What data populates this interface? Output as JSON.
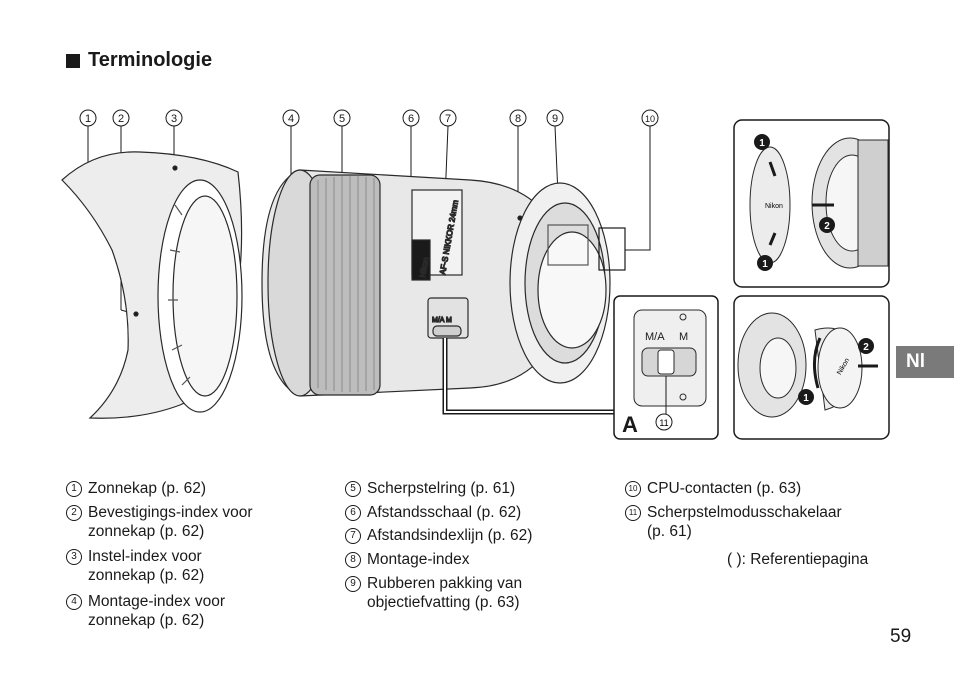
{
  "heading": "Terminologie",
  "callout_numbers": [
    "1",
    "2",
    "3",
    "4",
    "5",
    "6",
    "7",
    "8",
    "9",
    "10"
  ],
  "inset_a_letter": "A",
  "inset_a_switch": {
    "left": "M/A",
    "right": "M",
    "number": "11"
  },
  "lens_body_text": {
    "brand": "Nikon",
    "model": "AF-S NIKKOR 24mm"
  },
  "inset_cap_text": "Nikon",
  "inset_rear_cap_text": "Nikon",
  "inset_step_numbers": {
    "front_top": "1",
    "front_bottom": "1",
    "front_mid": "2",
    "rear_1": "1",
    "rear_2": "2"
  },
  "legend": [
    {
      "num": "1",
      "lines": [
        "Zonnekap (p. 62)"
      ]
    },
    {
      "num": "2",
      "lines": [
        "Bevestigings-index voor",
        "zonnekap (p. 62)"
      ]
    },
    {
      "num": "3",
      "lines": [
        "Instel-index voor",
        "zonnekap (p. 62)"
      ]
    },
    {
      "num": "4",
      "lines": [
        "Montage-index voor",
        "zonnekap (p. 62)"
      ]
    },
    {
      "num": "5",
      "lines": [
        "Scherpstelring (p. 61)"
      ]
    },
    {
      "num": "6",
      "lines": [
        "Afstandsschaal (p. 62)"
      ]
    },
    {
      "num": "7",
      "lines": [
        "Afstandsindexlijn (p. 62)"
      ]
    },
    {
      "num": "8",
      "lines": [
        "Montage-index"
      ]
    },
    {
      "num": "9",
      "lines": [
        "Rubberen pakking van",
        "objectiefvatting (p. 63)"
      ]
    },
    {
      "num": "10",
      "lines": [
        "CPU-contacten (p. 63)"
      ]
    },
    {
      "num": "11",
      "lines": [
        "Scherpstelmodusschakelaar",
        "(p. 61)"
      ]
    }
  ],
  "reference_note": "(   ): Referentiepagina",
  "language_tab": "Nl",
  "page_number": "59"
}
